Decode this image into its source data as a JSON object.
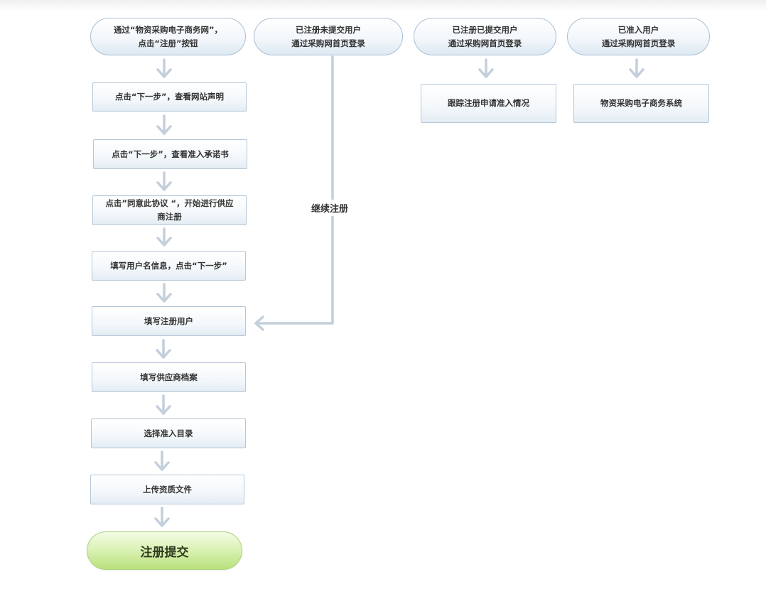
{
  "start_nodes": {
    "registration_entry": "通过“物资采购电子商务网”，\n点击“注册”按钮",
    "registered_not_submitted": "已注册未提交用户\n通过采购网首页登录",
    "registered_submitted": "已注册已提交用户\n通过采购网首页登录",
    "approved_user": "已准入用户\n通过采购网首页登录"
  },
  "steps": [
    "点击“下一步”，查看网站声明",
    "点击“下一步”，查看准入承诺书",
    "点击”同意此协议 “，开始进行供应\n商注册",
    "填写用户名信息，点击“下一步”",
    "填写注册用户",
    "填写供应商档案",
    "选择准入目录",
    "上传资质文件"
  ],
  "track_status": "跟踪注册申请准入情况",
  "system": "物资采购电子商务系统",
  "continue_label": "继续注册",
  "submit_label": "注册提交",
  "colors": {
    "arrow": "#c3cfdb",
    "box_border": "#b5c7d8",
    "submit_green": "#c7e79a"
  }
}
